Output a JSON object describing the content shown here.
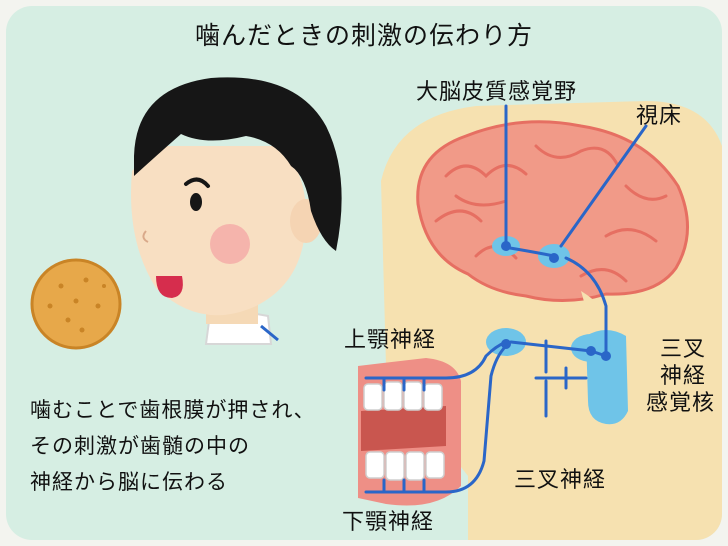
{
  "title": "噛んだときの刺激の伝わり方",
  "labels": {
    "cortex": "大脳皮質感覚野",
    "thalamus": "視床",
    "upper_nerve": "上顎神経",
    "lower_nerve": "下顎神経",
    "trigeminal_nerve": "三叉神経",
    "nucleus_line1": "三叉",
    "nucleus_line2": "神経",
    "nucleus_line3": "感覚核"
  },
  "caption": {
    "line1": "噛むことで歯根膜が押され、",
    "line2": "その刺激が歯髄の中の",
    "line3": "神経から脳に伝わる"
  },
  "colors": {
    "background": "#d6eee3",
    "head": "#f6e1b0",
    "brain": "#f19a88",
    "brain_outline": "#e66f62",
    "nerve": "#2a66c8",
    "nucleus": "#6fc4e8",
    "gum": "#ee8f86",
    "cracker": "#e7a84a",
    "hair": "#161616"
  }
}
